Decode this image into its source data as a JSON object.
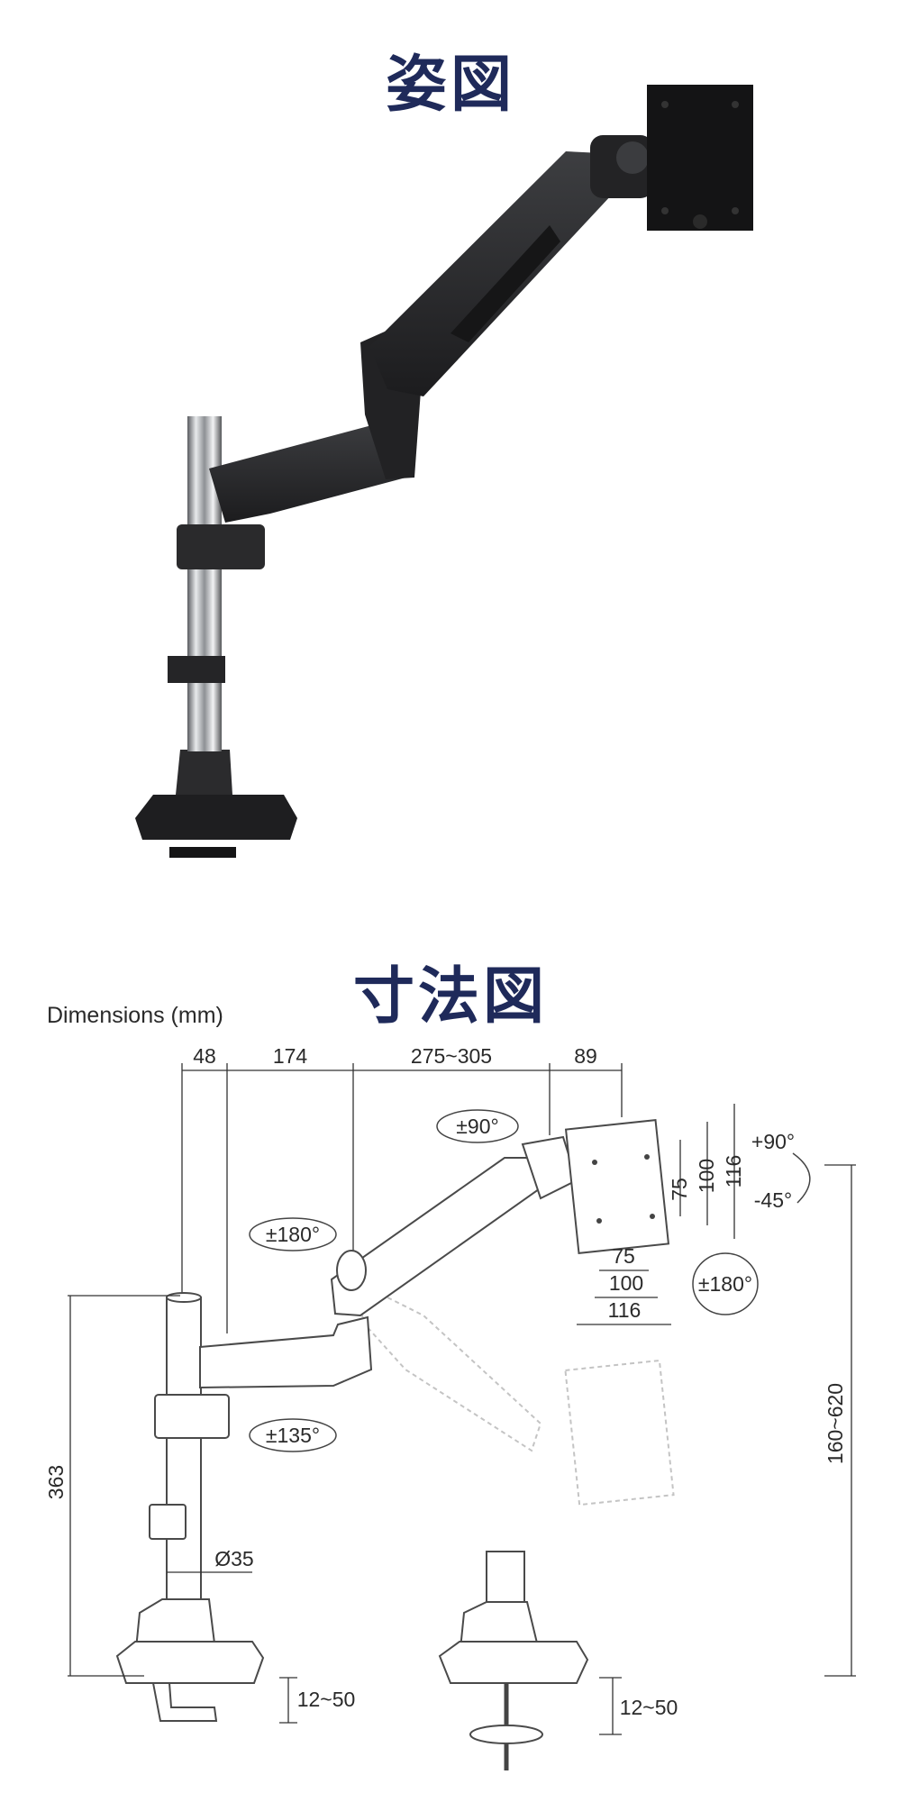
{
  "titles": {
    "overview": "姿図",
    "dimensions": "寸法図"
  },
  "dimensions_caption": "Dimensions (mm)",
  "top_dimensions": [
    "48",
    "174",
    "275~305",
    "89"
  ],
  "rotation_labels": {
    "head_tilt_left": "±90°",
    "arm_joint": "±180°",
    "base_swivel": "±135°",
    "tilt_up": "+90°",
    "tilt_down": "-45°",
    "vesa_rotate": "±180°"
  },
  "vesa": {
    "vertical": [
      "75",
      "100",
      "116"
    ],
    "horizontal": [
      "75",
      "100",
      "116"
    ]
  },
  "height_left": "363",
  "height_right": "160~620",
  "pole_diameter": "Ø35",
  "clamp_range_left": "12~50",
  "clamp_range_right": "12~50",
  "colors": {
    "title": "#1f2a5a",
    "arm_dark": "#2b2b2d",
    "chrome": "#b9bcc0"
  }
}
